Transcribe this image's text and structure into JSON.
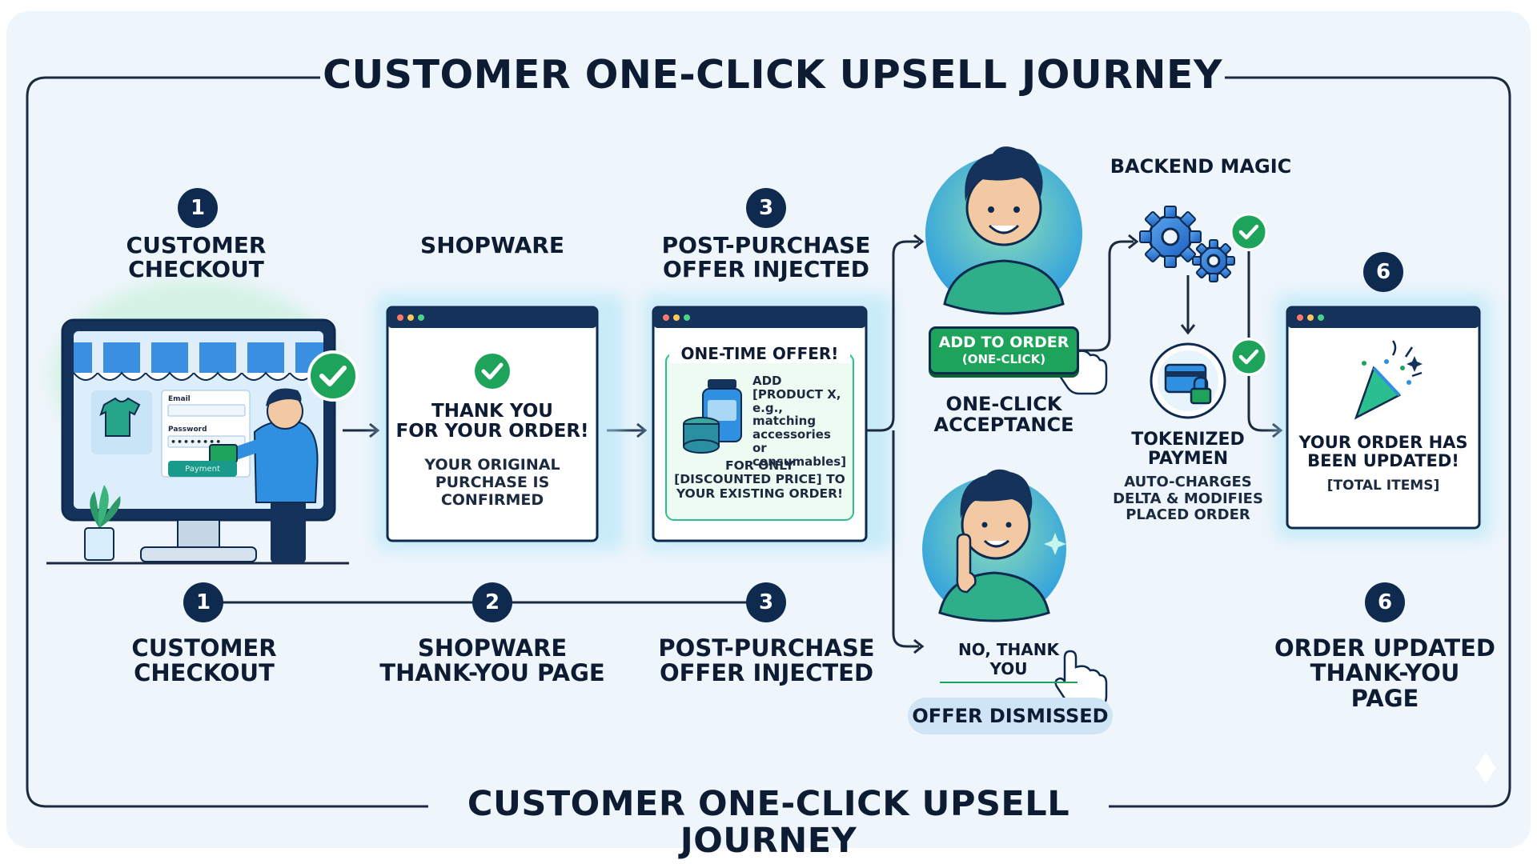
{
  "title_top": "CUSTOMER ONE-CLICK UPSELL JOURNEY",
  "title_bottom": "CUSTOMER ONE-CLICK UPSELL JOURNEY",
  "backend_label": "BACKEND MAGIC",
  "top_steps": [
    {
      "number": "1",
      "label": "CUSTOMER\nCHECKOUT"
    },
    {
      "label": "SHOPWARE"
    },
    {
      "number": "3",
      "label": "POST-PURCHASE\nOFFER INJECTED"
    },
    {
      "number": "6"
    }
  ],
  "checkout_form": {
    "email_label": "Email",
    "password_label": "Password",
    "password_value": "••••••••",
    "pay_button": "Payment"
  },
  "thankyou_window": {
    "heading": "THANK YOU\nFOR YOUR ORDER!",
    "body": "YOUR ORIGINAL\nPURCHASE IS\nCONFIRMED"
  },
  "offer_window": {
    "heading": "ONE-TIME OFFER!",
    "add_text": "ADD\n[PRODUCT X,\ne.g., matching\naccessories or\nconsumables]",
    "price_text": "FOR ONLY\n[DISCOUNTED PRICE] TO\nYOUR EXISTING ORDER!"
  },
  "accept": {
    "button_line1": "ADD TO ORDER",
    "button_line2": "(ONE-CLICK)",
    "label": "ONE-CLICK\nACCEPTANCE"
  },
  "decline": {
    "link": "NO, THANK YOU",
    "pill": "OFFER DISMISSED"
  },
  "payment": {
    "label": "TOKENIZED\nPAYMEN",
    "desc": "AUTO-CHARGES\nDELTA & MODIFIES\nPLACED ORDER"
  },
  "updated_window": {
    "heading": "YOUR ORDER HAS\nBEEN UPDATED!",
    "body": "[TOTAL ITEMS]"
  },
  "timeline": [
    {
      "number": "1",
      "label": "CUSTOMER\nCHECKOUT"
    },
    {
      "number": "2",
      "label": "SHOPWARE\nTHANK-YOU PAGE"
    },
    {
      "number": "3",
      "label": "POST-PURCHASE\nOFFER INJECTED"
    },
    {
      "number": "6",
      "label": "ORDER UPDATED\nTHANK-YOU PAGE"
    }
  ],
  "colors": {
    "navy": "#0e2a4f",
    "green": "#1ea35a",
    "teal": "#2bbf8f",
    "blue": "#2f7de0",
    "background": "#eef5fb"
  },
  "icons": [
    "storefront-icon",
    "tshirt-icon",
    "checkmark-icon",
    "supplement-jar-icon",
    "gear-icon",
    "credit-card-icon",
    "lock-icon",
    "party-popper-icon",
    "cursor-hand-icon",
    "person-icon",
    "plant-icon"
  ]
}
